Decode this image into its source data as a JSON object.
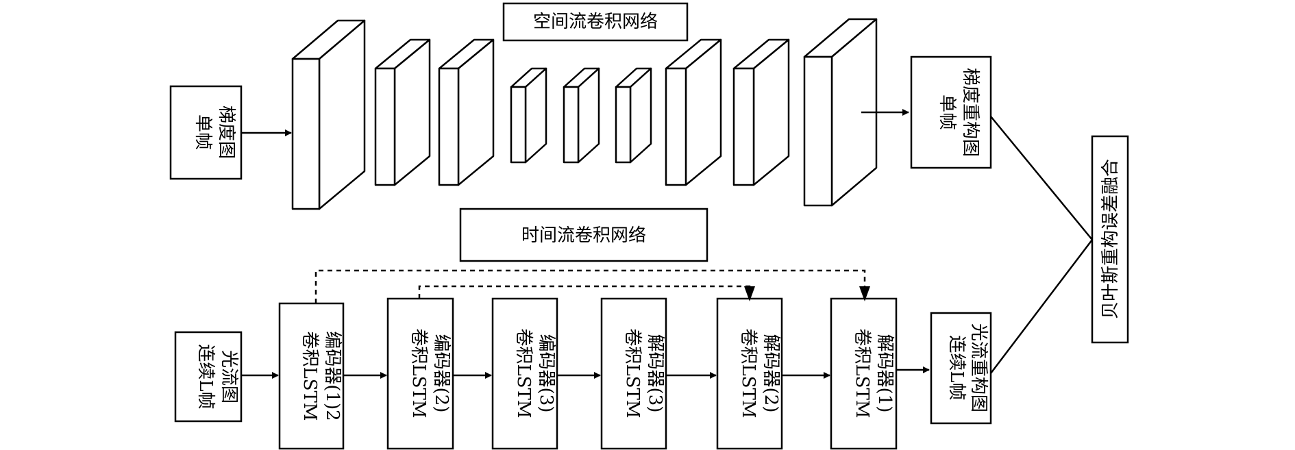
{
  "spatial": {
    "title": "空间流卷积网络",
    "input": [
      "单帧",
      "梯度图"
    ],
    "output": [
      "单帧",
      "梯度重构图"
    ]
  },
  "temporal": {
    "title": "时间流卷积网络",
    "input": [
      "连续L帧",
      "光流图"
    ],
    "output": [
      "连续L帧",
      "光流重构图"
    ],
    "blocks": [
      [
        "卷积LSTM",
        "编码器(1)2"
      ],
      [
        "卷积LSTM",
        "编码器(2)"
      ],
      [
        "卷积LSTM",
        "编码器(3)"
      ],
      [
        "卷积LSTM",
        "解码器(3)"
      ],
      [
        "卷积LSTM",
        "解码器(2)"
      ],
      [
        "卷积LSTM",
        "解码器(1)"
      ]
    ]
  },
  "fusion": "贝叶斯重构误差融合"
}
